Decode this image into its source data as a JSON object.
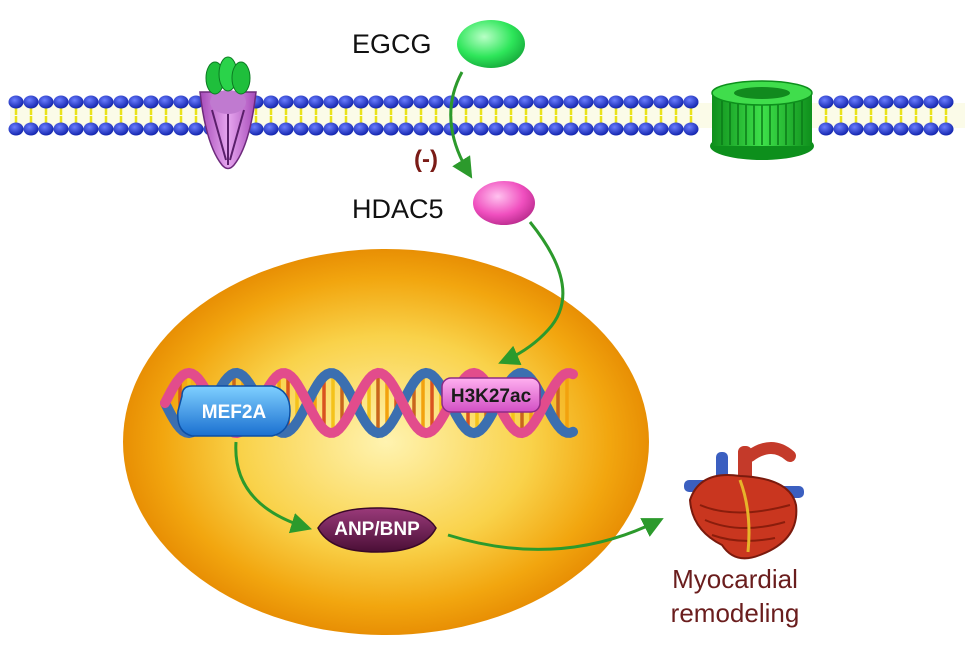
{
  "labels": {
    "egcg": "EGCG",
    "inhibition": "(-)",
    "hdac5": "HDAC5",
    "h3k27ac": "H3K27ac",
    "mef2a": "MEF2A",
    "anp_bnp": "ANP/BNP",
    "outcome_line1": "Myocardial",
    "outcome_line2": "remodeling"
  },
  "colors": {
    "membrane_head": "#1a2fd1",
    "membrane_tail": "#e9e21a",
    "arrow": "#2c9a2c",
    "egcg": "#2ee65a",
    "hdac5": "#f04fbf",
    "inhibition": "#7a1b16",
    "nucleus_outer": "#f2a10c",
    "nucleus_inner": "#f7c93a",
    "mef2a": "#1f86e6",
    "h3k27ac": "#e86bd8",
    "anp_bnp": "#6b1a4f",
    "outcome_text": "#6a1d1d"
  },
  "icons": [
    "receptor-icon",
    "channel-icon",
    "dna-helix-icon",
    "heart-icon"
  ]
}
